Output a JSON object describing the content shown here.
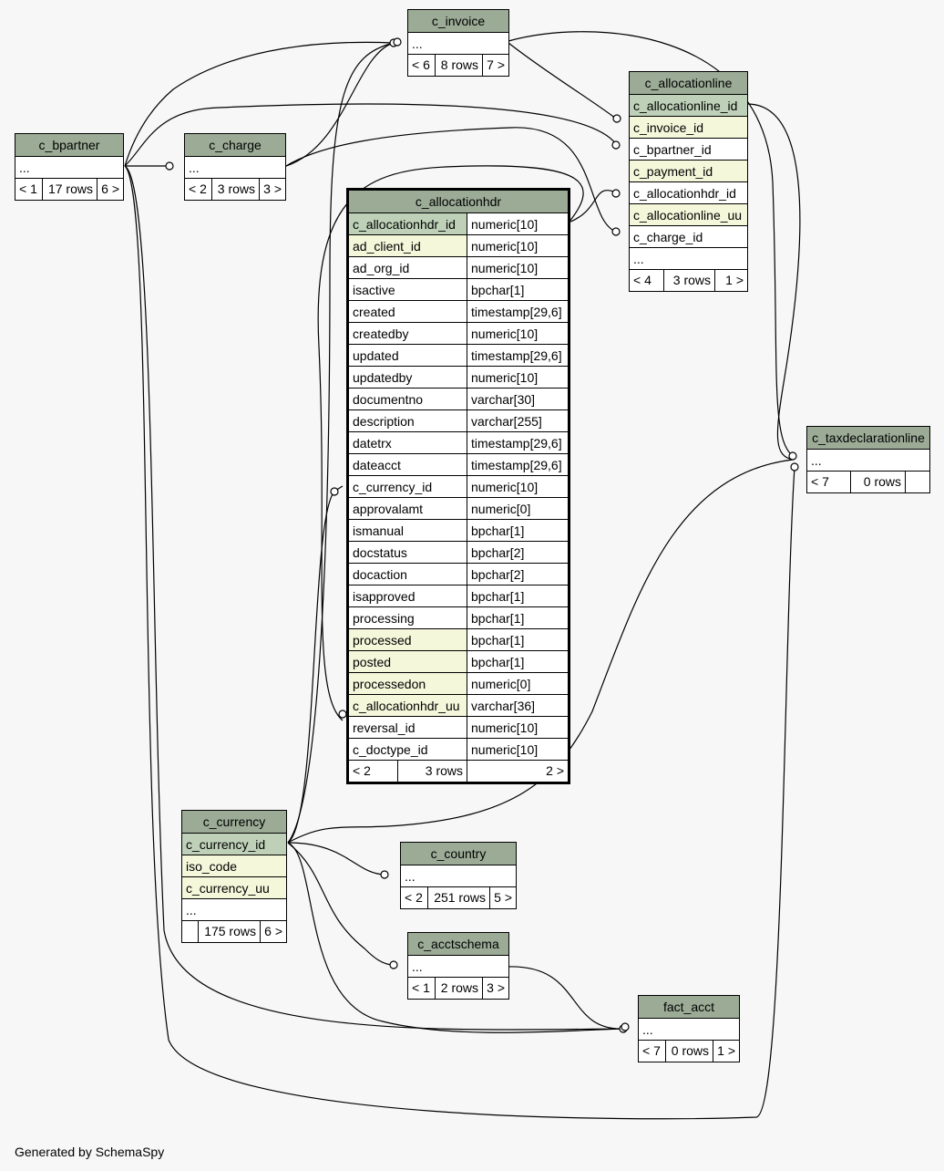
{
  "generated_by": "Generated by SchemaSpy",
  "ellipsis": "...",
  "tables": {
    "c_invoice": {
      "title": "c_invoice",
      "foot": [
        "< 6",
        "8 rows",
        "7 >"
      ]
    },
    "c_bpartner": {
      "title": "c_bpartner",
      "foot": [
        "< 1",
        "17 rows",
        "6 >"
      ]
    },
    "c_charge": {
      "title": "c_charge",
      "foot": [
        "< 2",
        "3 rows",
        "3 >"
      ]
    },
    "c_allocationline": {
      "title": "c_allocationline",
      "rows": [
        "c_allocationline_id",
        "c_invoice_id",
        "c_bpartner_id",
        "c_payment_id",
        "c_allocationhdr_id",
        "c_allocationline_uu",
        "c_charge_id"
      ],
      "foot": [
        "< 4",
        "3 rows",
        "1 >"
      ]
    },
    "c_allocationhdr": {
      "title": "c_allocationhdr",
      "columns": [
        {
          "name": "c_allocationhdr_id",
          "type": "numeric[10]"
        },
        {
          "name": "ad_client_id",
          "type": "numeric[10]"
        },
        {
          "name": "ad_org_id",
          "type": "numeric[10]"
        },
        {
          "name": "isactive",
          "type": "bpchar[1]"
        },
        {
          "name": "created",
          "type": "timestamp[29,6]"
        },
        {
          "name": "createdby",
          "type": "numeric[10]"
        },
        {
          "name": "updated",
          "type": "timestamp[29,6]"
        },
        {
          "name": "updatedby",
          "type": "numeric[10]"
        },
        {
          "name": "documentno",
          "type": "varchar[30]"
        },
        {
          "name": "description",
          "type": "varchar[255]"
        },
        {
          "name": "datetrx",
          "type": "timestamp[29,6]"
        },
        {
          "name": "dateacct",
          "type": "timestamp[29,6]"
        },
        {
          "name": "c_currency_id",
          "type": "numeric[10]"
        },
        {
          "name": "approvalamt",
          "type": "numeric[0]"
        },
        {
          "name": "ismanual",
          "type": "bpchar[1]"
        },
        {
          "name": "docstatus",
          "type": "bpchar[2]"
        },
        {
          "name": "docaction",
          "type": "bpchar[2]"
        },
        {
          "name": "isapproved",
          "type": "bpchar[1]"
        },
        {
          "name": "processing",
          "type": "bpchar[1]"
        },
        {
          "name": "processed",
          "type": "bpchar[1]"
        },
        {
          "name": "posted",
          "type": "bpchar[1]"
        },
        {
          "name": "processedon",
          "type": "numeric[0]"
        },
        {
          "name": "c_allocationhdr_uu",
          "type": "varchar[36]"
        },
        {
          "name": "reversal_id",
          "type": "numeric[10]"
        },
        {
          "name": "c_doctype_id",
          "type": "numeric[10]"
        }
      ],
      "foot": [
        "< 2",
        "3 rows",
        "2 >"
      ]
    },
    "c_taxdeclarationline": {
      "title": "c_taxdeclarationline",
      "foot": [
        "< 7",
        "0 rows",
        ""
      ]
    },
    "c_currency": {
      "title": "c_currency",
      "rows": [
        "c_currency_id",
        "iso_code",
        "c_currency_uu"
      ],
      "foot": [
        "",
        "175 rows",
        "6 >"
      ]
    },
    "c_country": {
      "title": "c_country",
      "foot": [
        "< 2",
        "251 rows",
        "5 >"
      ]
    },
    "c_acctschema": {
      "title": "c_acctschema",
      "foot": [
        "< 1",
        "2 rows",
        "3 >"
      ]
    },
    "fact_acct": {
      "title": "fact_acct",
      "foot": [
        "< 7",
        "0 rows",
        "1 >"
      ]
    }
  }
}
